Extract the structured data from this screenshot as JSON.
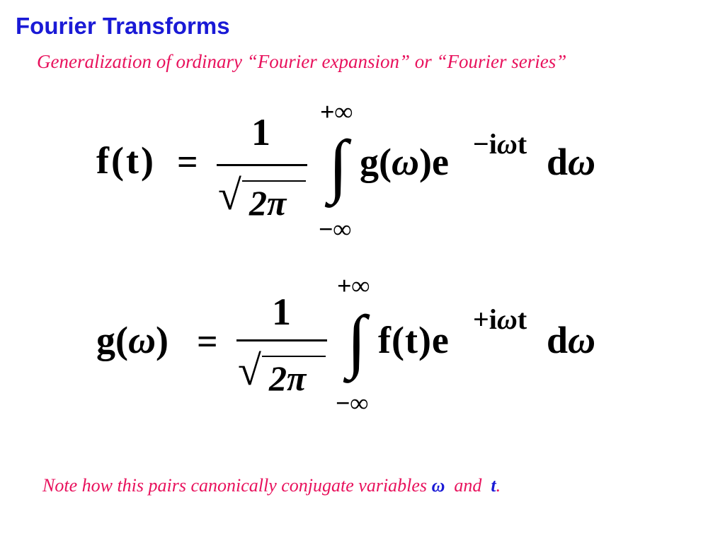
{
  "colors": {
    "title": "#1a1ad6",
    "subtitle": "#e8115c",
    "note_var": "#1a1ad6",
    "math": "#000000"
  },
  "title": "Fourier Transforms",
  "subtitle": "Generalization of ordinary “Fourier expansion” or “Fourier series”",
  "eq1": {
    "lhs": "f(t)",
    "equals": "=",
    "numerator": "1",
    "sqrt": "√",
    "denominator": "2π",
    "integral": "∫",
    "upper": "+∞",
    "lower": "−∞",
    "integrand_func": "g(",
    "integrand_var": "ω",
    "integrand_close": ")e",
    "exp_sign": "−i",
    "exp_var": "ω",
    "exp_t": "t",
    "diff_d": "d",
    "diff_var": "ω"
  },
  "eq2": {
    "lhs_func": "g(",
    "lhs_var": "ω",
    "lhs_close": ")",
    "equals": "=",
    "numerator": "1",
    "sqrt": "√",
    "denominator": "2π",
    "integral": "∫",
    "upper": "+∞",
    "lower": "−∞",
    "integrand": "f(t)e",
    "exp_sign": "+i",
    "exp_var": "ω",
    "exp_t": "t",
    "diff_d": "d",
    "diff_var": "ω"
  },
  "note": {
    "text_before": "Note how this pairs canonically conjugate variables ",
    "var1": "ω",
    "text_middle": "  and  ",
    "var2": "t",
    "text_after": "."
  }
}
